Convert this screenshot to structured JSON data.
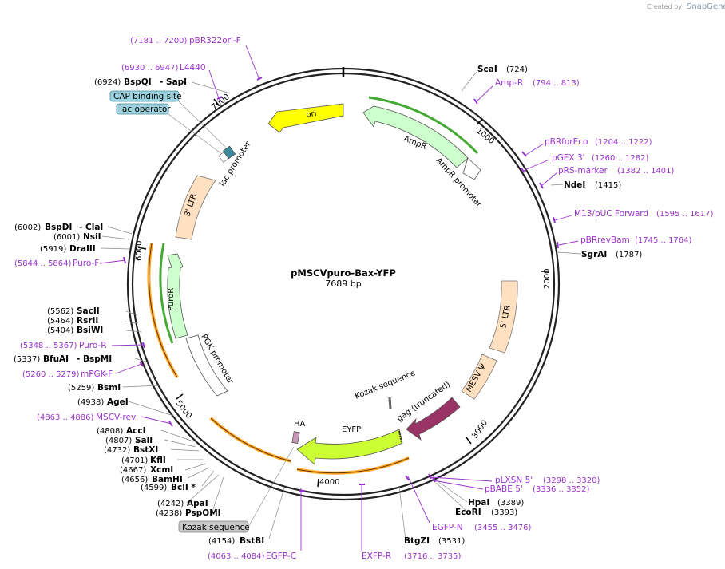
{
  "plasmid": {
    "name": "pMSCVpuro-Bax-YFP",
    "length": 7689,
    "length_label": "7689 bp"
  },
  "credit": {
    "text": "Created by",
    "brand": "SnapGene"
  },
  "ticks": [
    "1000",
    "2000",
    "3000",
    "4000",
    "5000",
    "6000",
    "7000"
  ],
  "features": [
    {
      "name": "ori",
      "color": "#ffff00"
    },
    {
      "name": "AmpR",
      "color": "#ccffcc"
    },
    {
      "name": "AmpR promoter",
      "color": "#ffffff"
    },
    {
      "name": "lac promoter",
      "color": "#ffffff"
    },
    {
      "name": "3' LTR",
      "color": "#ffe0c0"
    },
    {
      "name": "PuroR",
      "color": "#ccffcc"
    },
    {
      "name": "PGK promoter",
      "color": "#ffffff"
    },
    {
      "name": "5' LTR",
      "color": "#ffe0c0"
    },
    {
      "name": "MESV Ψ",
      "color": "#ffe0c0"
    },
    {
      "name": "gag (truncated)",
      "color": "#993366"
    },
    {
      "name": "EYFP",
      "color": "#ccff33"
    },
    {
      "name": "HA",
      "color": "#cc99bb"
    },
    {
      "name": "Kozak sequence",
      "color": "#666666"
    }
  ],
  "boxed_labels": [
    {
      "text": "CAP binding site",
      "color": "#9cd3e0"
    },
    {
      "text": "lac operator",
      "color": "#9cd3e0"
    },
    {
      "text": "Kozak sequence",
      "color": "#c8c8c8"
    }
  ],
  "enzymes": [
    {
      "name": "ScaI",
      "pos": "(724)"
    },
    {
      "name": "NdeI",
      "pos": "(1415)"
    },
    {
      "name": "SgrAI",
      "pos": "(1787)"
    },
    {
      "name": "HpaI",
      "pos": "(3389)"
    },
    {
      "name": "EcoRI",
      "pos": "(3393)"
    },
    {
      "name": "BtgZI",
      "pos": "(3531)"
    },
    {
      "name": "BstBI",
      "pos": "(4154)"
    },
    {
      "name": "ApaI",
      "pos": "(4242)"
    },
    {
      "name": "PspOMI",
      "pos": "(4238)"
    },
    {
      "name": "BclI *",
      "pos": "(4599)"
    },
    {
      "name": "BamHI",
      "pos": "(4656)"
    },
    {
      "name": "XcmI",
      "pos": "(4667)"
    },
    {
      "name": "KflI",
      "pos": "(4701)"
    },
    {
      "name": "BstXI",
      "pos": "(4732)"
    },
    {
      "name": "SalI",
      "pos": "(4807)"
    },
    {
      "name": "AccI",
      "pos": "(4808)"
    },
    {
      "name": "AgeI",
      "pos": "(4938)"
    },
    {
      "name": "BsmI",
      "pos": "(5259)"
    },
    {
      "name": "BfuAI",
      "pos": "(5337)",
      "extra": "- BspMI"
    },
    {
      "name": "BsiWI",
      "pos": "(5404)"
    },
    {
      "name": "RsrII",
      "pos": "(5464)"
    },
    {
      "name": "SacII",
      "pos": "(5562)"
    },
    {
      "name": "DraIII",
      "pos": "(5919)"
    },
    {
      "name": "NsiI",
      "pos": "(6001)"
    },
    {
      "name": "BspDI",
      "pos": "(6002)",
      "extra": "- ClaI"
    },
    {
      "name": "BspQI",
      "pos": "(6924)",
      "extra": "- SapI"
    }
  ],
  "primers": [
    {
      "name": "pBR322ori-F",
      "range": "(7181 .. 7200)"
    },
    {
      "name": "L4440",
      "range": "(6930 .. 6947)"
    },
    {
      "name": "Amp-R",
      "range": "(794 .. 813)"
    },
    {
      "name": "pBRforEco",
      "range": "(1204 .. 1222)"
    },
    {
      "name": "pGEX 3'",
      "range": "(1260 .. 1282)"
    },
    {
      "name": "pRS-marker",
      "range": "(1382 .. 1401)"
    },
    {
      "name": "M13/pUC Forward",
      "range": "(1595 .. 1617)"
    },
    {
      "name": "pBRrevBam",
      "range": "(1745 .. 1764)"
    },
    {
      "name": "pLXSN 5'",
      "range": "(3298 .. 3320)"
    },
    {
      "name": "pBABE 5'",
      "range": "(3336 .. 3352)"
    },
    {
      "name": "EGFP-N",
      "range": "(3455 .. 3476)"
    },
    {
      "name": "EXFP-R",
      "range": "(3716 .. 3735)"
    },
    {
      "name": "EGFP-C",
      "range": "(4063 .. 4084)"
    },
    {
      "name": "MSCV-rev",
      "range": "(4863 .. 4886)"
    },
    {
      "name": "mPGK-F",
      "range": "(5260 .. 5279)"
    },
    {
      "name": "Puro-R",
      "range": "(5348 .. 5367)"
    },
    {
      "name": "Puro-F",
      "range": "(5844 .. 5864)"
    }
  ],
  "colors": {
    "primer": "#9933cc",
    "backbone": "#222222",
    "orange_trace": "#ff9900",
    "green_trace": "#33aa33"
  }
}
